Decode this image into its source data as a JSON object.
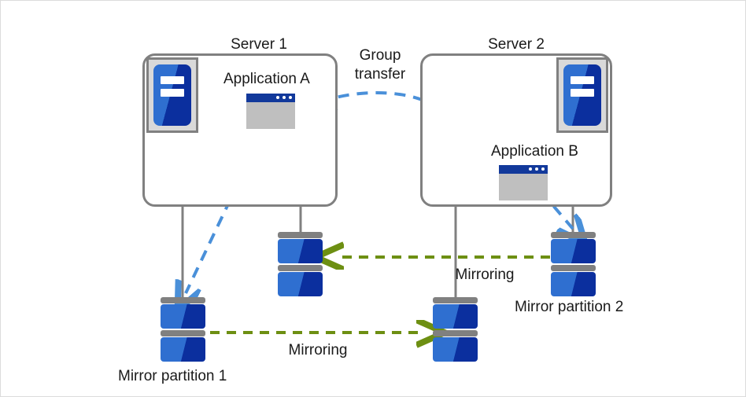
{
  "diagram": {
    "title_server1": "Server 1",
    "title_server2": "Server 2",
    "group_transfer_line1": "Group",
    "group_transfer_line2": "transfer",
    "app_a": "Application  A",
    "app_b": "Application  B",
    "mirroring_bottom": "Mirroring",
    "mirroring_top": "Mirroring",
    "mirror_partition_1": "Mirror partition 1",
    "mirror_partition_2": "Mirror partition 2"
  },
  "colors": {
    "box_border": "#808080",
    "disk_light_blue": "#2f6fd0",
    "disk_dark_blue": "#0b2f9e",
    "disk_cap_gray": "#808080",
    "app_titlebar": "#12399b",
    "app_body": "#bfbfbf",
    "server_icon_bg": "#d9d9d9",
    "arrow_blue": "#4a90d9",
    "arrow_green": "#6d8f12",
    "connector_gray": "#808080",
    "text": "#1a1a1a",
    "page_border": "#dcdcdc"
  },
  "icons": {
    "server_tower": "server-tower-icon",
    "application_window": "application-window-icon",
    "disk_stack": "disk-stack-icon",
    "arrow_blue_dashed": "blue-dashed-arrow-icon",
    "arrow_green_dashed": "green-dashed-arrow-icon",
    "group_transfer_arc": "group-transfer-arc-icon"
  }
}
